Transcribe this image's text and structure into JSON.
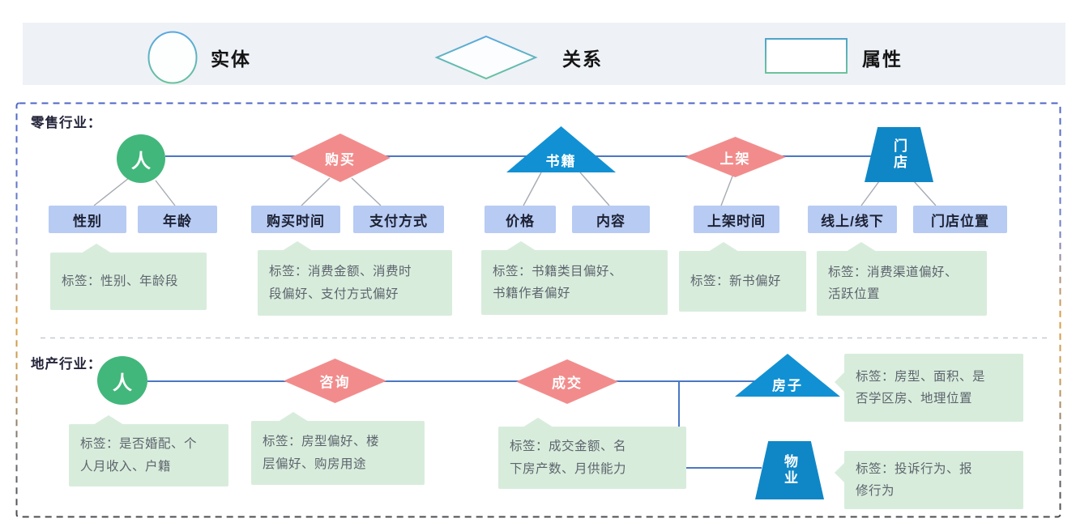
{
  "legend": {
    "entity": "实体",
    "relation": "关系",
    "attribute": "属性"
  },
  "retail": {
    "section_label": "零售行业：",
    "nodes": [
      {
        "type": "circle",
        "label": "人"
      },
      {
        "type": "diamond",
        "label": "购买"
      },
      {
        "type": "triangle",
        "label": "书籍"
      },
      {
        "type": "diamond",
        "label": "上架"
      },
      {
        "type": "trapezoid",
        "label": "门店"
      }
    ],
    "attributes": [
      "性别",
      "年龄",
      "购买时间",
      "支付方式",
      "价格",
      "内容",
      "上架时间",
      "线上/线下",
      "门店位置"
    ],
    "tags": [
      "标签：性别、年龄段",
      "标签：消费金额、消费时\n段偏好、支付方式偏好",
      "标签：书籍类目偏好、\n书籍作者偏好",
      "标签：新书偏好",
      "标签：消费渠道偏好、\n活跃位置"
    ]
  },
  "realestate": {
    "section_label": "地产行业：",
    "nodes": [
      {
        "type": "circle",
        "label": "人"
      },
      {
        "type": "diamond",
        "label": "咨询"
      },
      {
        "type": "diamond",
        "label": "成交"
      },
      {
        "type": "triangle",
        "label": "房子"
      },
      {
        "type": "trapezoid",
        "label": "物业"
      }
    ],
    "tags": [
      "标签：是否婚配、个\n人月收入、户籍",
      "标签：房型偏好、楼\n层偏好、购房用途",
      "标签：成交金额、名\n下房产数、月供能力",
      "标签：房型、面积、是\n否学区房、地理位置",
      "标签：投诉行为、报\n修行为"
    ]
  },
  "colors": {
    "entity_green": "#42b77b",
    "relation_pink": "#f28c8c",
    "entity_blue": "#1191d3",
    "entity_blue_dark": "#0f87c6",
    "attribute_fill": "#b7cbf3",
    "tag_fill": "#d8ecdc",
    "connector_blue": "#4b77c4"
  }
}
